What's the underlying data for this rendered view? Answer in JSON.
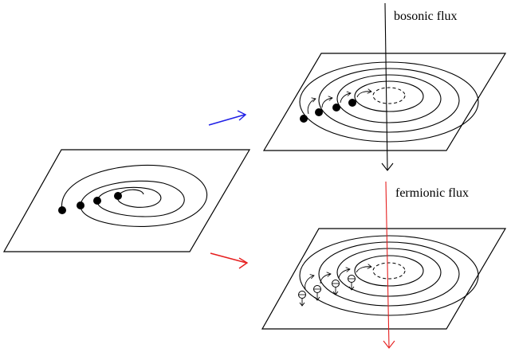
{
  "labels": {
    "bosonic_flux": "bosonic flux",
    "fermionic_flux": "fermionic flux"
  },
  "colors": {
    "line": "#000000",
    "blue_arrow": "#1f1fe6",
    "red_arrow": "#e61f1f",
    "fermionic_flux_line": "#e61f1f",
    "particle_fill": "#000000",
    "fermion_fill": "#ffffff"
  },
  "panels": [
    {
      "id": "initial",
      "particles": "filled",
      "flux": "none"
    },
    {
      "id": "bosonic",
      "particles": "filled",
      "flux": "bosonic"
    },
    {
      "id": "fermionic",
      "particles": "spin",
      "flux": "fermionic"
    }
  ]
}
